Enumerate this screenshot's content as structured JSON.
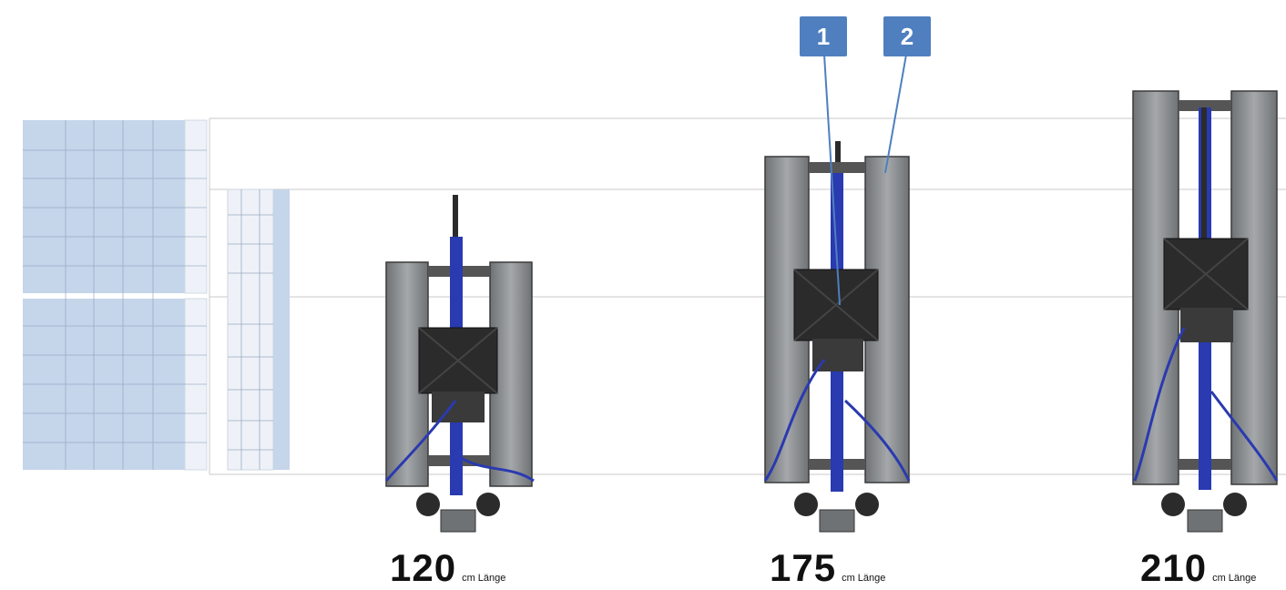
{
  "callouts": [
    {
      "label": "1"
    },
    {
      "label": "2"
    }
  ],
  "machines": [
    {
      "length": "120",
      "unit": "cm Länge"
    },
    {
      "length": "175",
      "unit": "cm Länge"
    },
    {
      "length": "210",
      "unit": "cm Länge"
    }
  ],
  "colors": {
    "panel_fill": "#c5d5ea",
    "panel_light": "#e6edf6",
    "frame_gray": "#8a8d90",
    "frame_dark": "#2b2b2b",
    "hose_blue": "#2a3ab0",
    "callout_blue": "#4f7fbf"
  }
}
